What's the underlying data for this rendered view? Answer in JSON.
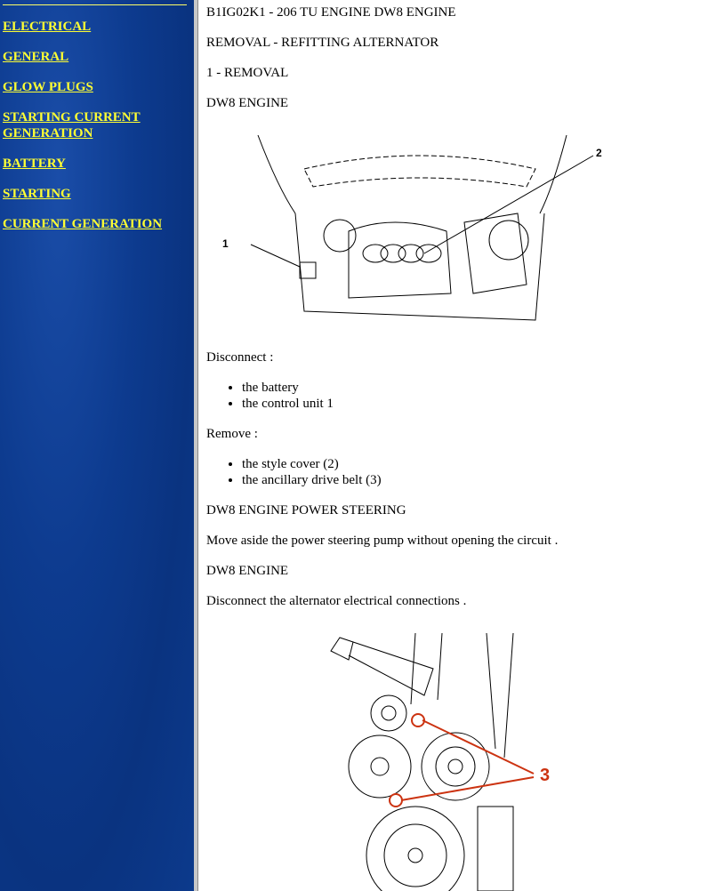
{
  "sidebar": {
    "items": [
      {
        "label": "ELECTRICAL"
      },
      {
        "label": "GENERAL"
      },
      {
        "label": "GLOW PLUGS"
      },
      {
        "label": "STARTING CURRENT GENERATION"
      },
      {
        "label": "BATTERY"
      },
      {
        "label": "STARTING"
      },
      {
        "label": "CURRENT GENERATION"
      }
    ]
  },
  "main": {
    "title": "B1IG02K1 - 206 TU ENGINE DW8 ENGINE",
    "subtitle": "REMOVAL - REFITTING ALTERNATOR",
    "step": "1 - REMOVAL",
    "section1": "DW8 ENGINE",
    "figure1": {
      "callouts": [
        "1",
        "2"
      ]
    },
    "disconnect_label": "Disconnect :",
    "disconnect_items": [
      "the battery",
      "the control unit 1"
    ],
    "remove_label": "Remove :",
    "remove_items": [
      "the style cover (2)",
      "the ancillary drive belt (3)"
    ],
    "section2": "DW8 ENGINE POWER STEERING",
    "power_steering_text": "Move aside the power steering pump without opening the circuit .",
    "section3": "DW8 ENGINE",
    "alternator_text": "Disconnect the alternator electrical connections .",
    "figure2": {
      "callouts": [
        "3"
      ],
      "callout_color": "#cc3311"
    }
  }
}
